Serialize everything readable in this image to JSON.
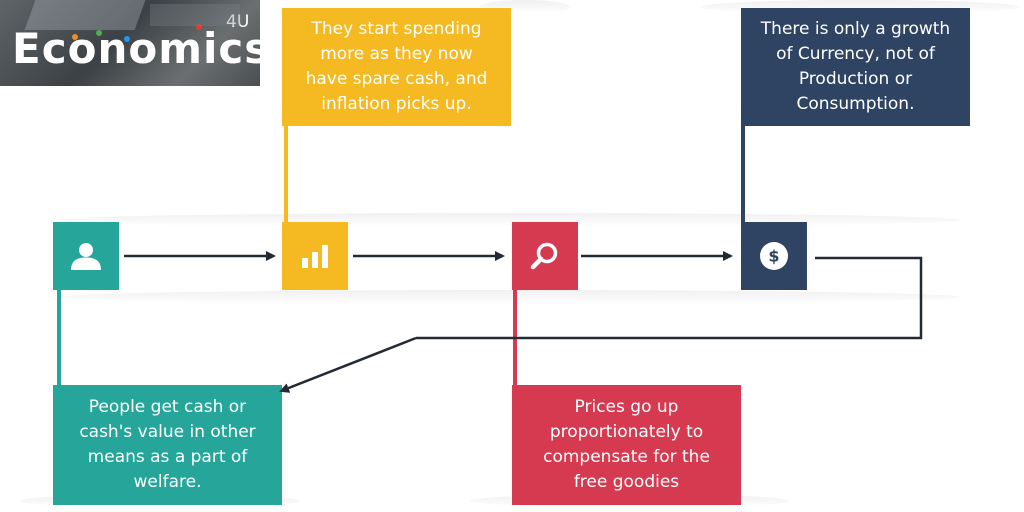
{
  "logo": {
    "text": "Economics",
    "superscript": "4U"
  },
  "colors": {
    "teal": "#26a69a",
    "yellow": "#f5b921",
    "red": "#d63a51",
    "navy": "#2f4462",
    "arrow": "#222a35"
  },
  "steps": [
    {
      "id": "welfare",
      "icon": "user-icon",
      "text": "People get cash or\ncash's value in other\nmeans as a part of\nwelfare."
    },
    {
      "id": "spending",
      "icon": "bar-chart-icon",
      "text": "They start spending\nmore as they now\nhave spare cash, and\ninflation picks up."
    },
    {
      "id": "prices",
      "icon": "search-icon",
      "text": "Prices go up\nproportionately to\ncompensate for the\nfree goodies"
    },
    {
      "id": "currency",
      "icon": "dollar-coin-icon",
      "text": "There is only a growth\nof Currency, not of\nProduction or\nConsumption."
    }
  ]
}
